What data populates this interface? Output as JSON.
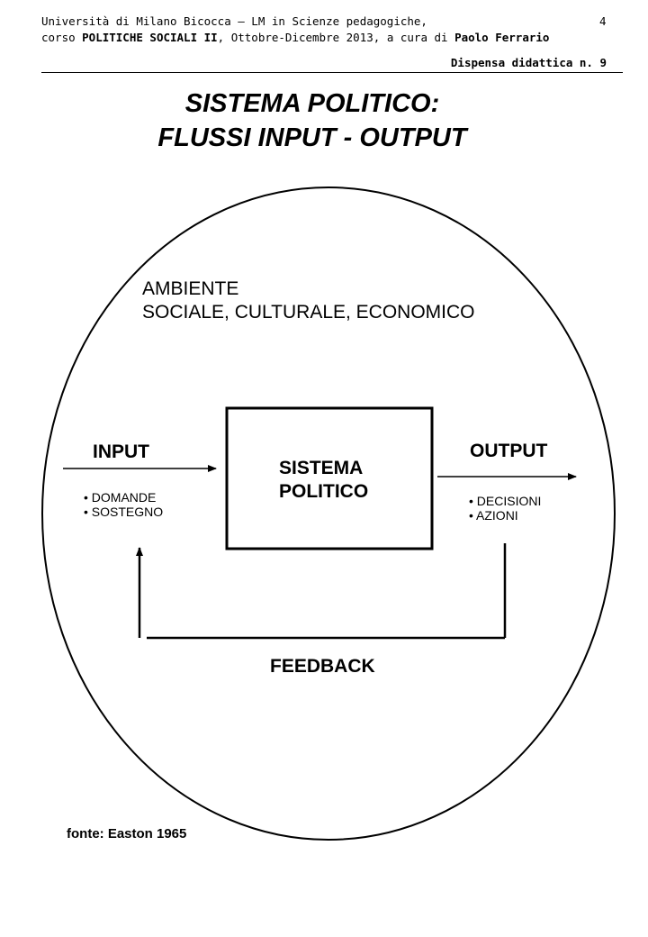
{
  "header": {
    "line1": "Università di Milano Bicocca – LM in Scienze pedagogiche,",
    "line2_prefix": "corso ",
    "line2_course": "POLITICHE SOCIALI II",
    "line2_mid": ", Ottobre-Dicembre 2013,  a cura di ",
    "line2_author": "Paolo Ferrario",
    "page_number": "4",
    "dispensa": "Dispensa didattica n. 9"
  },
  "title": {
    "line1": "SISTEMA POLITICO:",
    "line2": "FLUSSI INPUT - OUTPUT"
  },
  "diagram": {
    "environment_line1": "AMBIENTE",
    "environment_line2": "SOCIALE, CULTURALE, ECONOMICO",
    "system_line1": "SISTEMA",
    "system_line2": "POLITICO",
    "input_label": "INPUT",
    "input_items": [
      "• DOMANDE",
      "• SOSTEGNO"
    ],
    "output_label": "OUTPUT",
    "output_items": [
      "• DECISIONI",
      "• AZIONI"
    ],
    "feedback_label": "FEEDBACK"
  },
  "source": "fonte: Easton  1965"
}
